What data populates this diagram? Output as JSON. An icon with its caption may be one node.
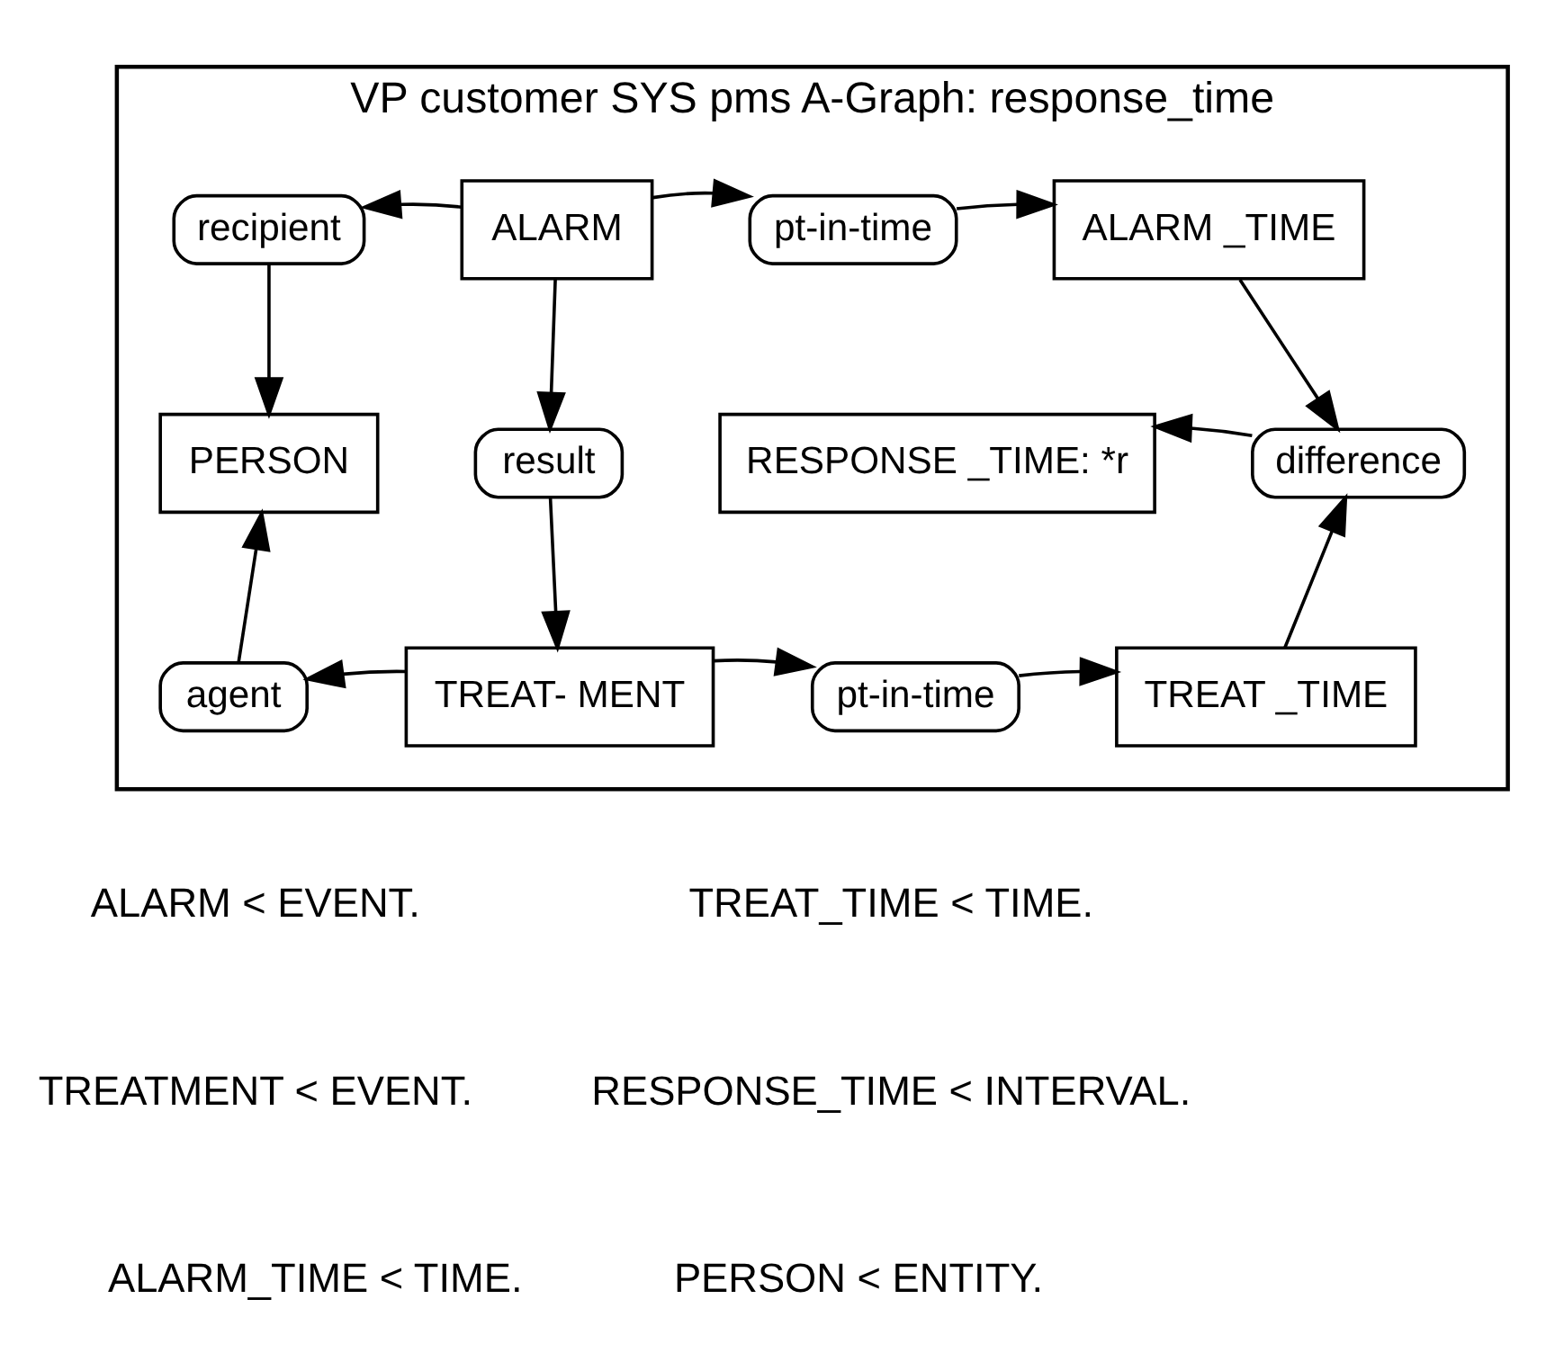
{
  "diagram": {
    "nodes": [
      {
        "text": [
          "VP customer SYS pms A-Graph: response_time"
        ]
      },
      {
        "text": [
          "ALARM"
        ],
        "in": 0
      },
      {
        "text": [
          "recipient"
        ],
        "in": 0
      },
      {
        "text": [
          "pt-in-time"
        ],
        "in": 0
      },
      {
        "text": [
          "ALARM _TIME"
        ],
        "in": 0
      },
      {
        "text": [
          "PERSON"
        ],
        "in": 0
      },
      {
        "text": [
          "result"
        ],
        "in": 0
      },
      {
        "text": [
          "RESPONSE _TIME: *r"
        ],
        "in": 0
      },
      {
        "text": [
          "difference"
        ],
        "in": 0
      },
      {
        "text": [
          "TREAT- MENT"
        ],
        "in": 0
      },
      {
        "text": [
          "agent"
        ],
        "in": 0
      },
      {
        "text": [
          "pt-in-time"
        ],
        "in": 0
      },
      {
        "text": [
          "TREAT _TIME"
        ],
        "in": 0
      }
    ],
    "edges": [
      {
        "from": 1,
        "to": 2,
        "arrow": "to"
      },
      {
        "from": 1,
        "to": 3,
        "arrow": "to"
      },
      {
        "from": 3,
        "to": 4,
        "arrow": "to"
      },
      {
        "from": 2,
        "to": 5,
        "arrow": "to"
      },
      {
        "from": 1,
        "to": 6,
        "arrow": "to"
      },
      {
        "from": 4,
        "to": 8,
        "arrow": "to"
      },
      {
        "from": 8,
        "to": 7,
        "arrow": "to"
      },
      {
        "from": 6,
        "to": 9,
        "arrow": "to"
      },
      {
        "from": 10,
        "to": 5,
        "arrow": "to"
      },
      {
        "from": 12,
        "to": 8,
        "arrow": "to"
      },
      {
        "from": 9,
        "to": 10,
        "arrow": "to"
      },
      {
        "from": 9,
        "to": 11,
        "arrow": "to"
      },
      {
        "from": 11,
        "to": 12,
        "arrow": "to"
      }
    ],
    "labels": [
      "ALARM < EVENT.",
      "TREAT_TIME < TIME.",
      "TREATMENT < EVENT.",
      "RESPONSE_TIME < INTERVAL.",
      "ALARM_TIME < TIME.",
      "PERSON < ENTITY."
    ]
  }
}
